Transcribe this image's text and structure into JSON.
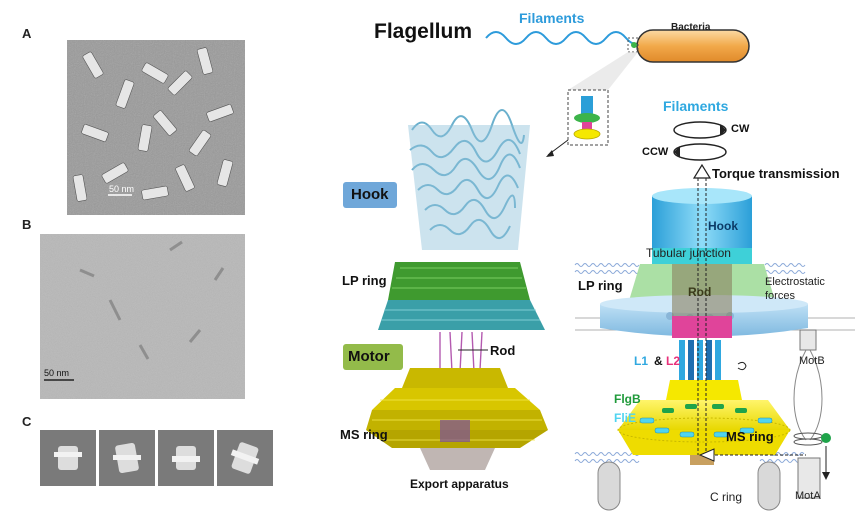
{
  "panels": {
    "a": {
      "letter": "A",
      "scale_bar": "50 nm"
    },
    "b": {
      "letter": "B",
      "scale_bar": "50 nm"
    },
    "c": {
      "letter": "C",
      "class_averages": 4
    }
  },
  "right": {
    "title": "Flagellum",
    "filaments_top": "Filaments",
    "bacteria": "Bacteria",
    "model_labels": {
      "hook": "Hook",
      "lp_ring": "LP ring",
      "motor": "Motor",
      "rod": "Rod",
      "ms_ring": "MS ring",
      "export_apparatus": "Export apparatus"
    },
    "schematic": {
      "filaments": "Filaments",
      "cw": "CW",
      "ccw": "CCW",
      "torque": "Torque transmission",
      "hook": "Hook",
      "tubular_junction": "Tubular junction",
      "lp_ring": "LP ring",
      "rod": "Rod",
      "electrostatic": "Electrostatic",
      "forces": "forces",
      "l1": "L1",
      "amp": "&",
      "l2": "L2",
      "flgb": "FlgB",
      "flie": "FliE",
      "ms_ring": "MS ring",
      "c_ring": "C ring",
      "motb": "MotB",
      "mota": "MotA"
    }
  },
  "colors": {
    "hook_box": "#6fa7d9",
    "motor_box": "#93bb4a",
    "filament": "#2d9bdb",
    "bacteria": "#f2a94a",
    "ms_ring_yellow": "#f5e800",
    "lp_green": "#a6dea0",
    "hook_cyan": "#52c8f0",
    "rod_pink": "#e0449a",
    "l1_blue": "#2fa8e0",
    "l2_pink": "#e8307a",
    "flgb_green": "#1f9a3a",
    "flie_cyan": "#4fd4f0"
  }
}
